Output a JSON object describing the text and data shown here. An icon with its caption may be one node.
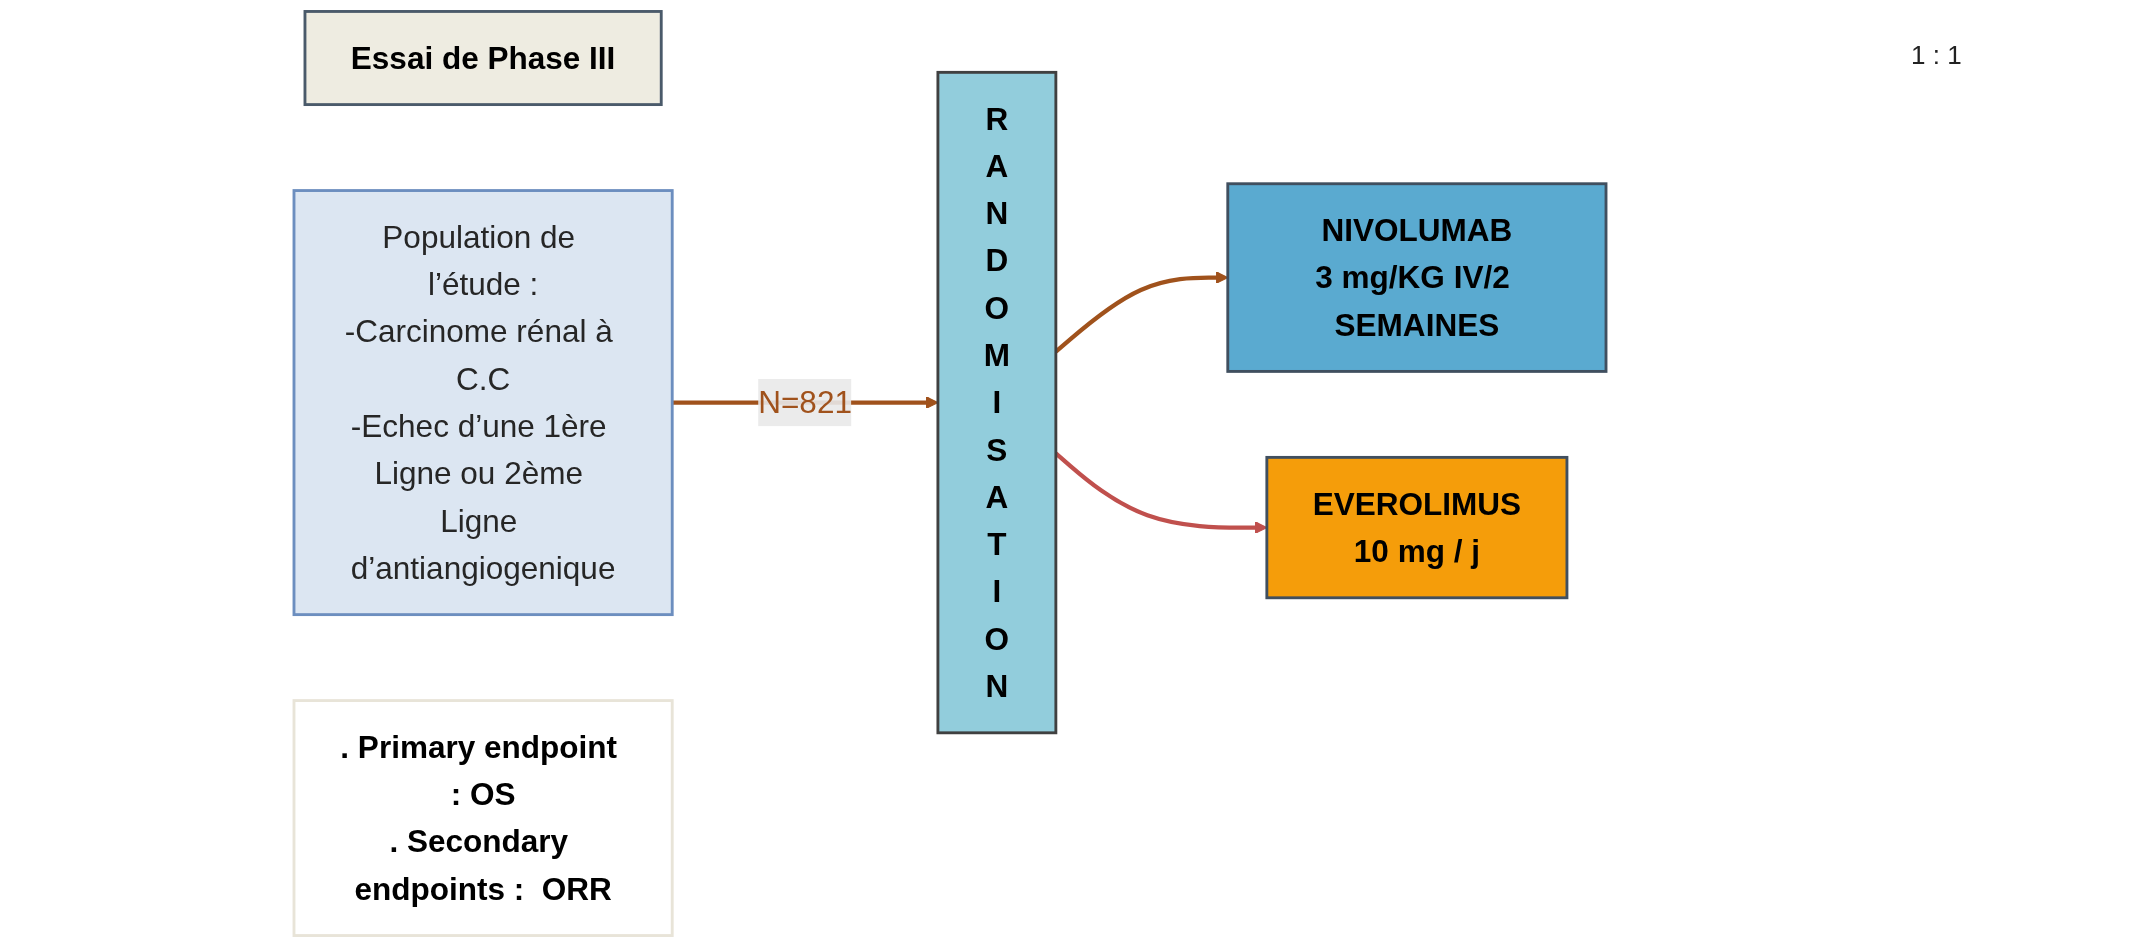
{
  "diagram": {
    "nodes": [
      {
        "text": [
          "Essai de Phase III"
        ]
      },
      {
        "text": [
          "Population de l’étude :",
          "-Carcinome rénal à C.C",
          "-Echec d’une 1ère Ligne ou 2ème Ligne d’antiangiogenique"
        ]
      },
      {
        "text": [
          "RANDOMISATION"
        ]
      },
      {
        "text": [
          "NIVOLUMAB",
          "3 mg/KG IV/2 SEMAINES"
        ]
      },
      {
        "text": [
          "EVEROLIMUS",
          "10 mg  / j"
        ]
      },
      {
        "text": [
          ". Primary endpoint : OS",
          ". Secondary endpoints :  ORR"
        ]
      }
    ],
    "edges": [
      {
        "from": 1,
        "to": 2,
        "arrow": "to",
        "label": "N=821"
      },
      {
        "from": 2,
        "to": 3,
        "arrow": "to"
      },
      {
        "from": 2,
        "to": 4,
        "arrow": "to",
        "color": "#c0504d"
      }
    ],
    "labels": [
      "1 : 1"
    ]
  }
}
